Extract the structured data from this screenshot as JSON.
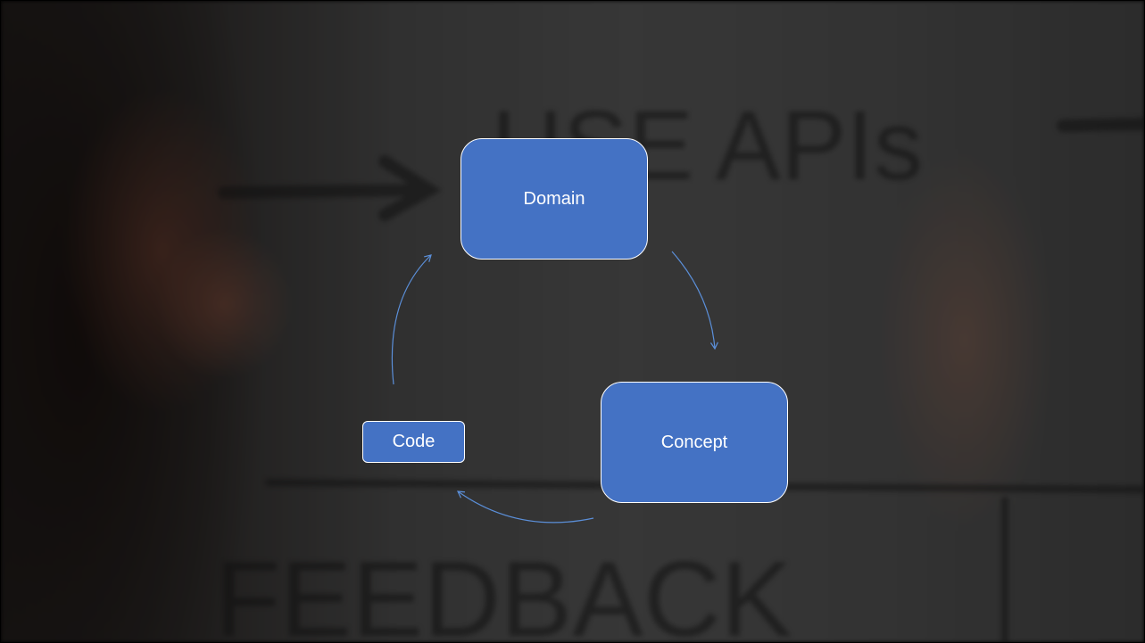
{
  "diagram": {
    "nodes": {
      "domain": "Domain",
      "concept": "Concept",
      "code": "Code"
    },
    "colors": {
      "node_fill": "#4472c4",
      "node_border": "#ffffff",
      "arrow": "#5b8fd9"
    }
  },
  "background": {
    "whiteboard_text": [
      "USE APIs",
      "FEEDBACK"
    ]
  }
}
